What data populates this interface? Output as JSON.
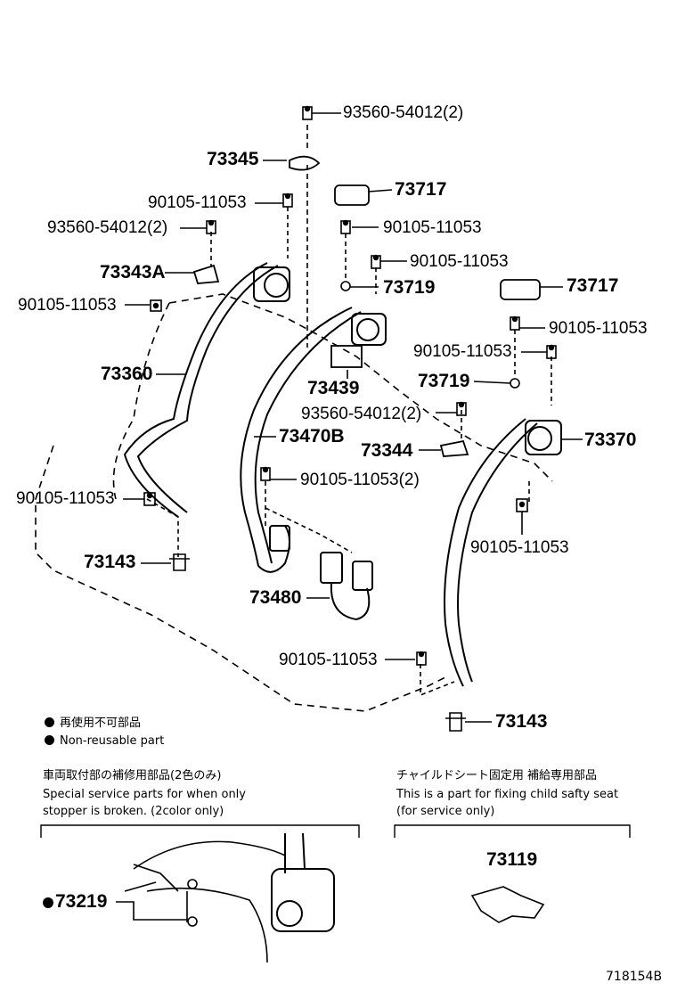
{
  "parts": {
    "bolt_top": "93560-54012(2)",
    "p73345": "73345",
    "p73717_a": "73717",
    "bolt_90105_a": "90105-11053",
    "bolt_93560_b": "93560-54012(2)",
    "bolt_90105_b": "90105-11053",
    "bolt_90105_c": "90105-11053",
    "p73343a": "73343A",
    "p73719_a": "73719",
    "p73717_b": "73717",
    "bolt_90105_d": "90105-11053",
    "bolt_90105_e": "90105-11053",
    "bolt_90105_f": "90105-11053",
    "p73360": "73360",
    "p73439": "73439",
    "p73719_b": "73719",
    "bolt_93560_c": "93560-54012(2)",
    "p73470b": "73470B",
    "p73344": "73344",
    "p73370": "73370",
    "bolt_90105_g": "90105-11053",
    "bolt_90105_h": "90105-11053(2)",
    "bolt_90105_i": "90105-11053",
    "p73143_a": "73143",
    "p73480": "73480",
    "bolt_90105_j": "90105-11053",
    "p73143_b": "73143",
    "p73219": "73219",
    "p73119": "73119"
  },
  "legend": {
    "jp": "再使用不可部品",
    "en": "Non-reusable part"
  },
  "notes": {
    "left_jp": "車両取付部の補修用部品(2色のみ)",
    "left_en1": "Special service parts for when only",
    "left_en2": "stopper is broken. (2color only)",
    "right_jp": "チャイルドシート固定用  補給専用部品",
    "right_en1": "This is a part for fixing child safty seat",
    "right_en2": "(for service only)"
  },
  "diagram_id": "718154B"
}
